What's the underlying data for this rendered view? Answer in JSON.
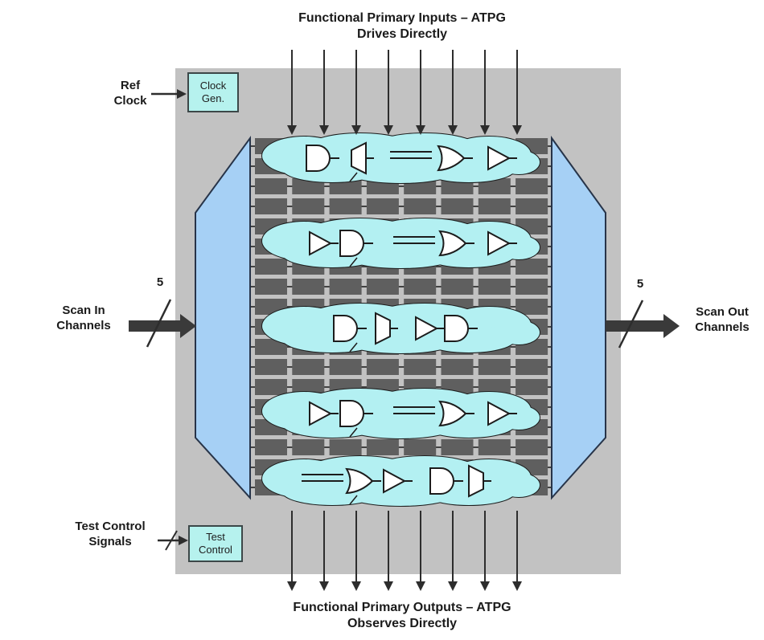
{
  "captions": {
    "top": [
      "Functional Primary Inputs – ATPG",
      "Drives Directly"
    ],
    "bottom": [
      "Functional Primary Outputs – ATPG",
      "Observes Directly"
    ]
  },
  "labels": {
    "ref_clock": [
      "Ref",
      "Clock"
    ],
    "scan_in": [
      "Scan In",
      "Channels"
    ],
    "scan_out": [
      "Scan Out",
      "Channels"
    ],
    "test_control_signals": [
      "Test Control",
      "Signals"
    ],
    "bus_width_in": "5",
    "bus_width_out": "5"
  },
  "blocks": {
    "clock_gen": [
      "Clock",
      "Gen."
    ],
    "test_control": [
      "Test",
      "Control"
    ]
  },
  "diagram": {
    "top_arrow_count": 8,
    "bottom_arrow_count": 8,
    "scan_chain_rows": 18,
    "cells_per_row": 8,
    "clouds": [
      {
        "name": "logic-cloud-1",
        "gates": [
          "and-gate",
          "mux",
          "multi-wire",
          "or-gate",
          "buffer-gate"
        ]
      },
      {
        "name": "logic-cloud-2",
        "gates": [
          "buffer-gate",
          "and-gate",
          "multi-wire",
          "or-gate",
          "buffer-gate"
        ]
      },
      {
        "name": "logic-cloud-3",
        "gates": [
          "and-gate",
          "mux",
          "buffer-gate",
          "and-gate"
        ]
      },
      {
        "name": "logic-cloud-4",
        "gates": [
          "buffer-gate",
          "and-gate",
          "multi-wire",
          "or-gate",
          "buffer-gate"
        ]
      },
      {
        "name": "logic-cloud-5",
        "gates": [
          "multi-wire",
          "or-gate",
          "buffer-gate",
          "and-gate",
          "mux"
        ]
      }
    ]
  },
  "colors": {
    "chip_bg": "#c2c2c2",
    "cloud_fill": "#b3f0f2",
    "spreader_fill": "#a6d0f5",
    "spreader_stroke": "#273449",
    "cell_fill": "#5f5f5f",
    "line": "#424242",
    "outline": "#1c1c1c",
    "arrow": "#2d2d2d",
    "thick_arrow": "#3a3a3a",
    "gate_fill": "#ffffff",
    "box_fill": "#b6f2ee"
  }
}
